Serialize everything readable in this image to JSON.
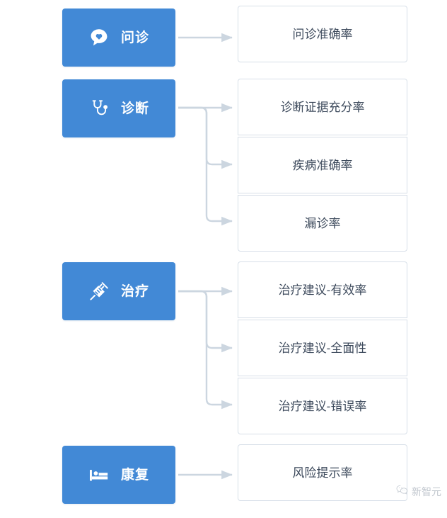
{
  "theme": {
    "stage_blue": "#4289d6",
    "box_border": "#d7dfe8",
    "box_text": "#3d4a5c",
    "connector": "#ccd6e0",
    "stage_text": "#ffffff",
    "background": "#ffffff"
  },
  "stages": [
    {
      "id": "consult",
      "label": "问诊",
      "icon": "speech-bubble-heart-icon",
      "metrics": [
        {
          "label": "问诊准确率"
        }
      ]
    },
    {
      "id": "diagnose",
      "label": "诊断",
      "icon": "stethoscope-icon",
      "metrics": [
        {
          "label": "诊断证据充分率"
        },
        {
          "label": "疾病准确率"
        },
        {
          "label": "漏诊率"
        }
      ]
    },
    {
      "id": "treat",
      "label": "治疗",
      "icon": "syringe-icon",
      "metrics": [
        {
          "label": "治疗建议-有效率"
        },
        {
          "label": "治疗建议-全面性"
        },
        {
          "label": "治疗建议-错误率"
        }
      ]
    },
    {
      "id": "rehab",
      "label": "康复",
      "icon": "hospital-bed-icon",
      "metrics": [
        {
          "label": "风险提示率"
        }
      ]
    }
  ],
  "watermark": {
    "text": "新智元",
    "icon": "wechat-icon"
  }
}
